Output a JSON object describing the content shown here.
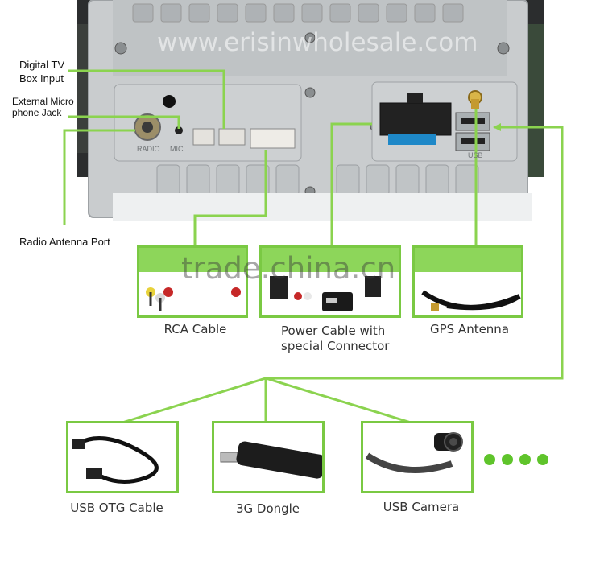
{
  "watermarks": {
    "top": "www.erisinwholesale.com",
    "middle": "trade.china.cn"
  },
  "labels": {
    "digital_tv": "Digital TV\nBox Input",
    "ext_mic": "External Micro\nphone Jack",
    "radio_antenna": "Radio Antenna Port"
  },
  "panel_text": {
    "radio": "RADIO",
    "mic": "MIC",
    "usb": "USB"
  },
  "products_top": [
    {
      "caption": "RCA Cable"
    },
    {
      "caption": "Power Cable with\nspecial Connector"
    },
    {
      "caption": "GPS Antenna"
    }
  ],
  "products_bottom": [
    {
      "caption": "USB OTG Cable"
    },
    {
      "caption": "3G Dongle"
    },
    {
      "caption": "USB Camera"
    }
  ],
  "colors": {
    "accent_green": "#7ac943",
    "line_green": "#8bd34f",
    "panel_metal": "#c9ccce"
  }
}
